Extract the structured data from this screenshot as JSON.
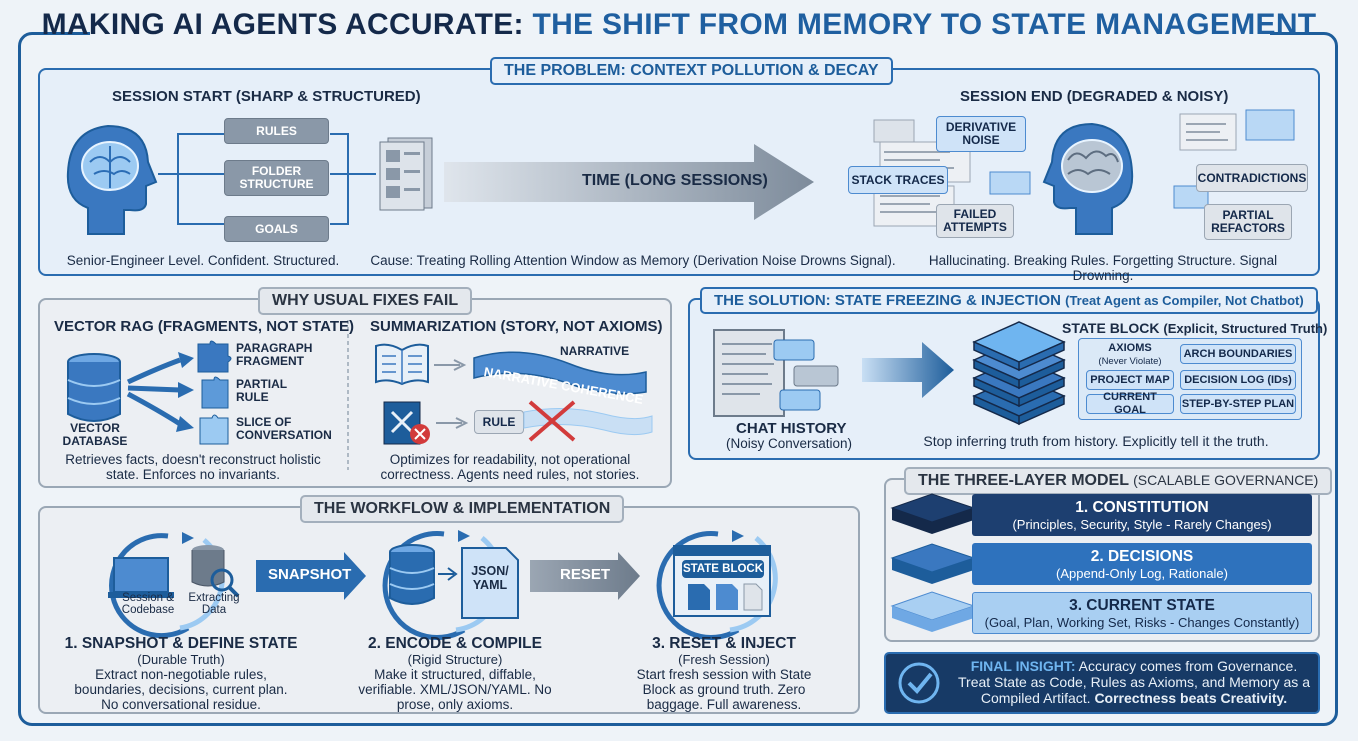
{
  "title": {
    "part1": "MAKING AI AGENTS ACCURATE: ",
    "part2": "THE SHIFT FROM MEMORY TO STATE MANAGEMENT"
  },
  "problem": {
    "tab": "THE PROBLEM: CONTEXT POLLUTION & DECAY",
    "start_title": "SESSION START (SHARP & STRUCTURED)",
    "start_boxes": [
      "RULES",
      "FOLDER STRUCTURE",
      "GOALS"
    ],
    "start_caption": "Senior-Engineer Level. Confident. Structured.",
    "time_label": "TIME (LONG SESSIONS)",
    "cause_caption": "Cause: Treating Rolling Attention Window as Memory (Derivation Noise Drowns Signal).",
    "end_title": "SESSION END (DEGRADED & NOISY)",
    "end_left_boxes": [
      "DERIVATIVE NOISE",
      "STACK TRACES",
      "FAILED ATTEMPTS"
    ],
    "end_right_boxes": [
      "CONTRADICTIONS",
      "PARTIAL REFACTORS"
    ],
    "end_caption": "Hallucinating. Breaking Rules. Forgetting Structure. Signal Drowning."
  },
  "why_fail": {
    "tab": "WHY USUAL FIXES FAIL",
    "rag_title": "VECTOR RAG (FRAGMENTS, NOT STATE)",
    "rag_db_label": "VECTOR DATABASE",
    "rag_items": [
      "PARAGRAPH FRAGMENT",
      "PARTIAL RULE",
      "SLICE OF CONVERSATION"
    ],
    "rag_caption": "Retrieves facts, doesn't reconstruct holistic state. Enforces no invariants.",
    "sum_title": "SUMMARIZATION (STORY, NOT AXIOMS)",
    "sum_narrative": "NARRATIVE",
    "sum_banner": "NARRATIVE COHERENCE",
    "sum_rule": "RULE",
    "sum_caption": "Optimizes for readability, not operational correctness. Agents need rules, not stories."
  },
  "solution": {
    "tab": "THE SOLUTION: STATE FREEZING & INJECTION",
    "tab_sub": "(Treat Agent as Compiler, Not Chatbot)",
    "chat_title": "CHAT HISTORY",
    "chat_sub": "(Noisy Conversation)",
    "block_title": "STATE BLOCK",
    "block_sub": "(Explicit, Structured Truth)",
    "items": [
      "AXIOMS",
      "(Never Violate)",
      "ARCH BOUNDARIES",
      "PROJECT MAP",
      "DECISION LOG (IDs)",
      "CURRENT GOAL",
      "STEP-BY-STEP PLAN"
    ],
    "caption": "Stop inferring truth from history. Explicitly tell it the truth."
  },
  "workflow": {
    "tab": "THE WORKFLOW & IMPLEMENTATION",
    "icon1a": "Session & Codebase",
    "icon1b": "Extracting Data",
    "arrow1": "SNAPSHOT",
    "json_label": "JSON/ YAML",
    "arrow2": "RESET",
    "state_block": "STATE BLOCK",
    "steps": [
      {
        "title": "1. SNAPSHOT & DEFINE STATE",
        "sub": "(Durable Truth)",
        "desc": "Extract non-negotiable rules, boundaries, decisions, current plan. No conversational residue."
      },
      {
        "title": "2. ENCODE & COMPILE",
        "sub": "(Rigid Structure)",
        "desc": "Make it structured, diffable, verifiable. XML/JSON/YAML. No prose, only axioms."
      },
      {
        "title": "3. RESET & INJECT",
        "sub": "(Fresh Session)",
        "desc": "Start fresh session with State Block as ground truth. Zero baggage. Full awareness."
      }
    ]
  },
  "three_layer": {
    "tab": "THE THREE-LAYER MODEL",
    "tab_sub": "(SCALABLE GOVERNANCE)",
    "layers": [
      {
        "title": "1. CONSTITUTION",
        "sub": "(Principles, Security, Style - Rarely Changes)"
      },
      {
        "title": "2. DECISIONS",
        "sub": "(Append-Only Log, Rationale)"
      },
      {
        "title": "3. CURRENT STATE",
        "sub": "(Goal, Plan, Working Set, Risks - Changes Constantly)"
      }
    ]
  },
  "insight": {
    "lead": "FINAL INSIGHT:",
    "text": " Accuracy comes from Governance. Treat State as Code, Rules as Axioms, and Memory as a Compiled Artifact. ",
    "bold_end": "Correctness beats Creativity."
  },
  "colors": {
    "primary": "#1d5d9b",
    "navy": "#14294a",
    "accent": "#4d8bd0",
    "insight_bg": "#173a66"
  }
}
